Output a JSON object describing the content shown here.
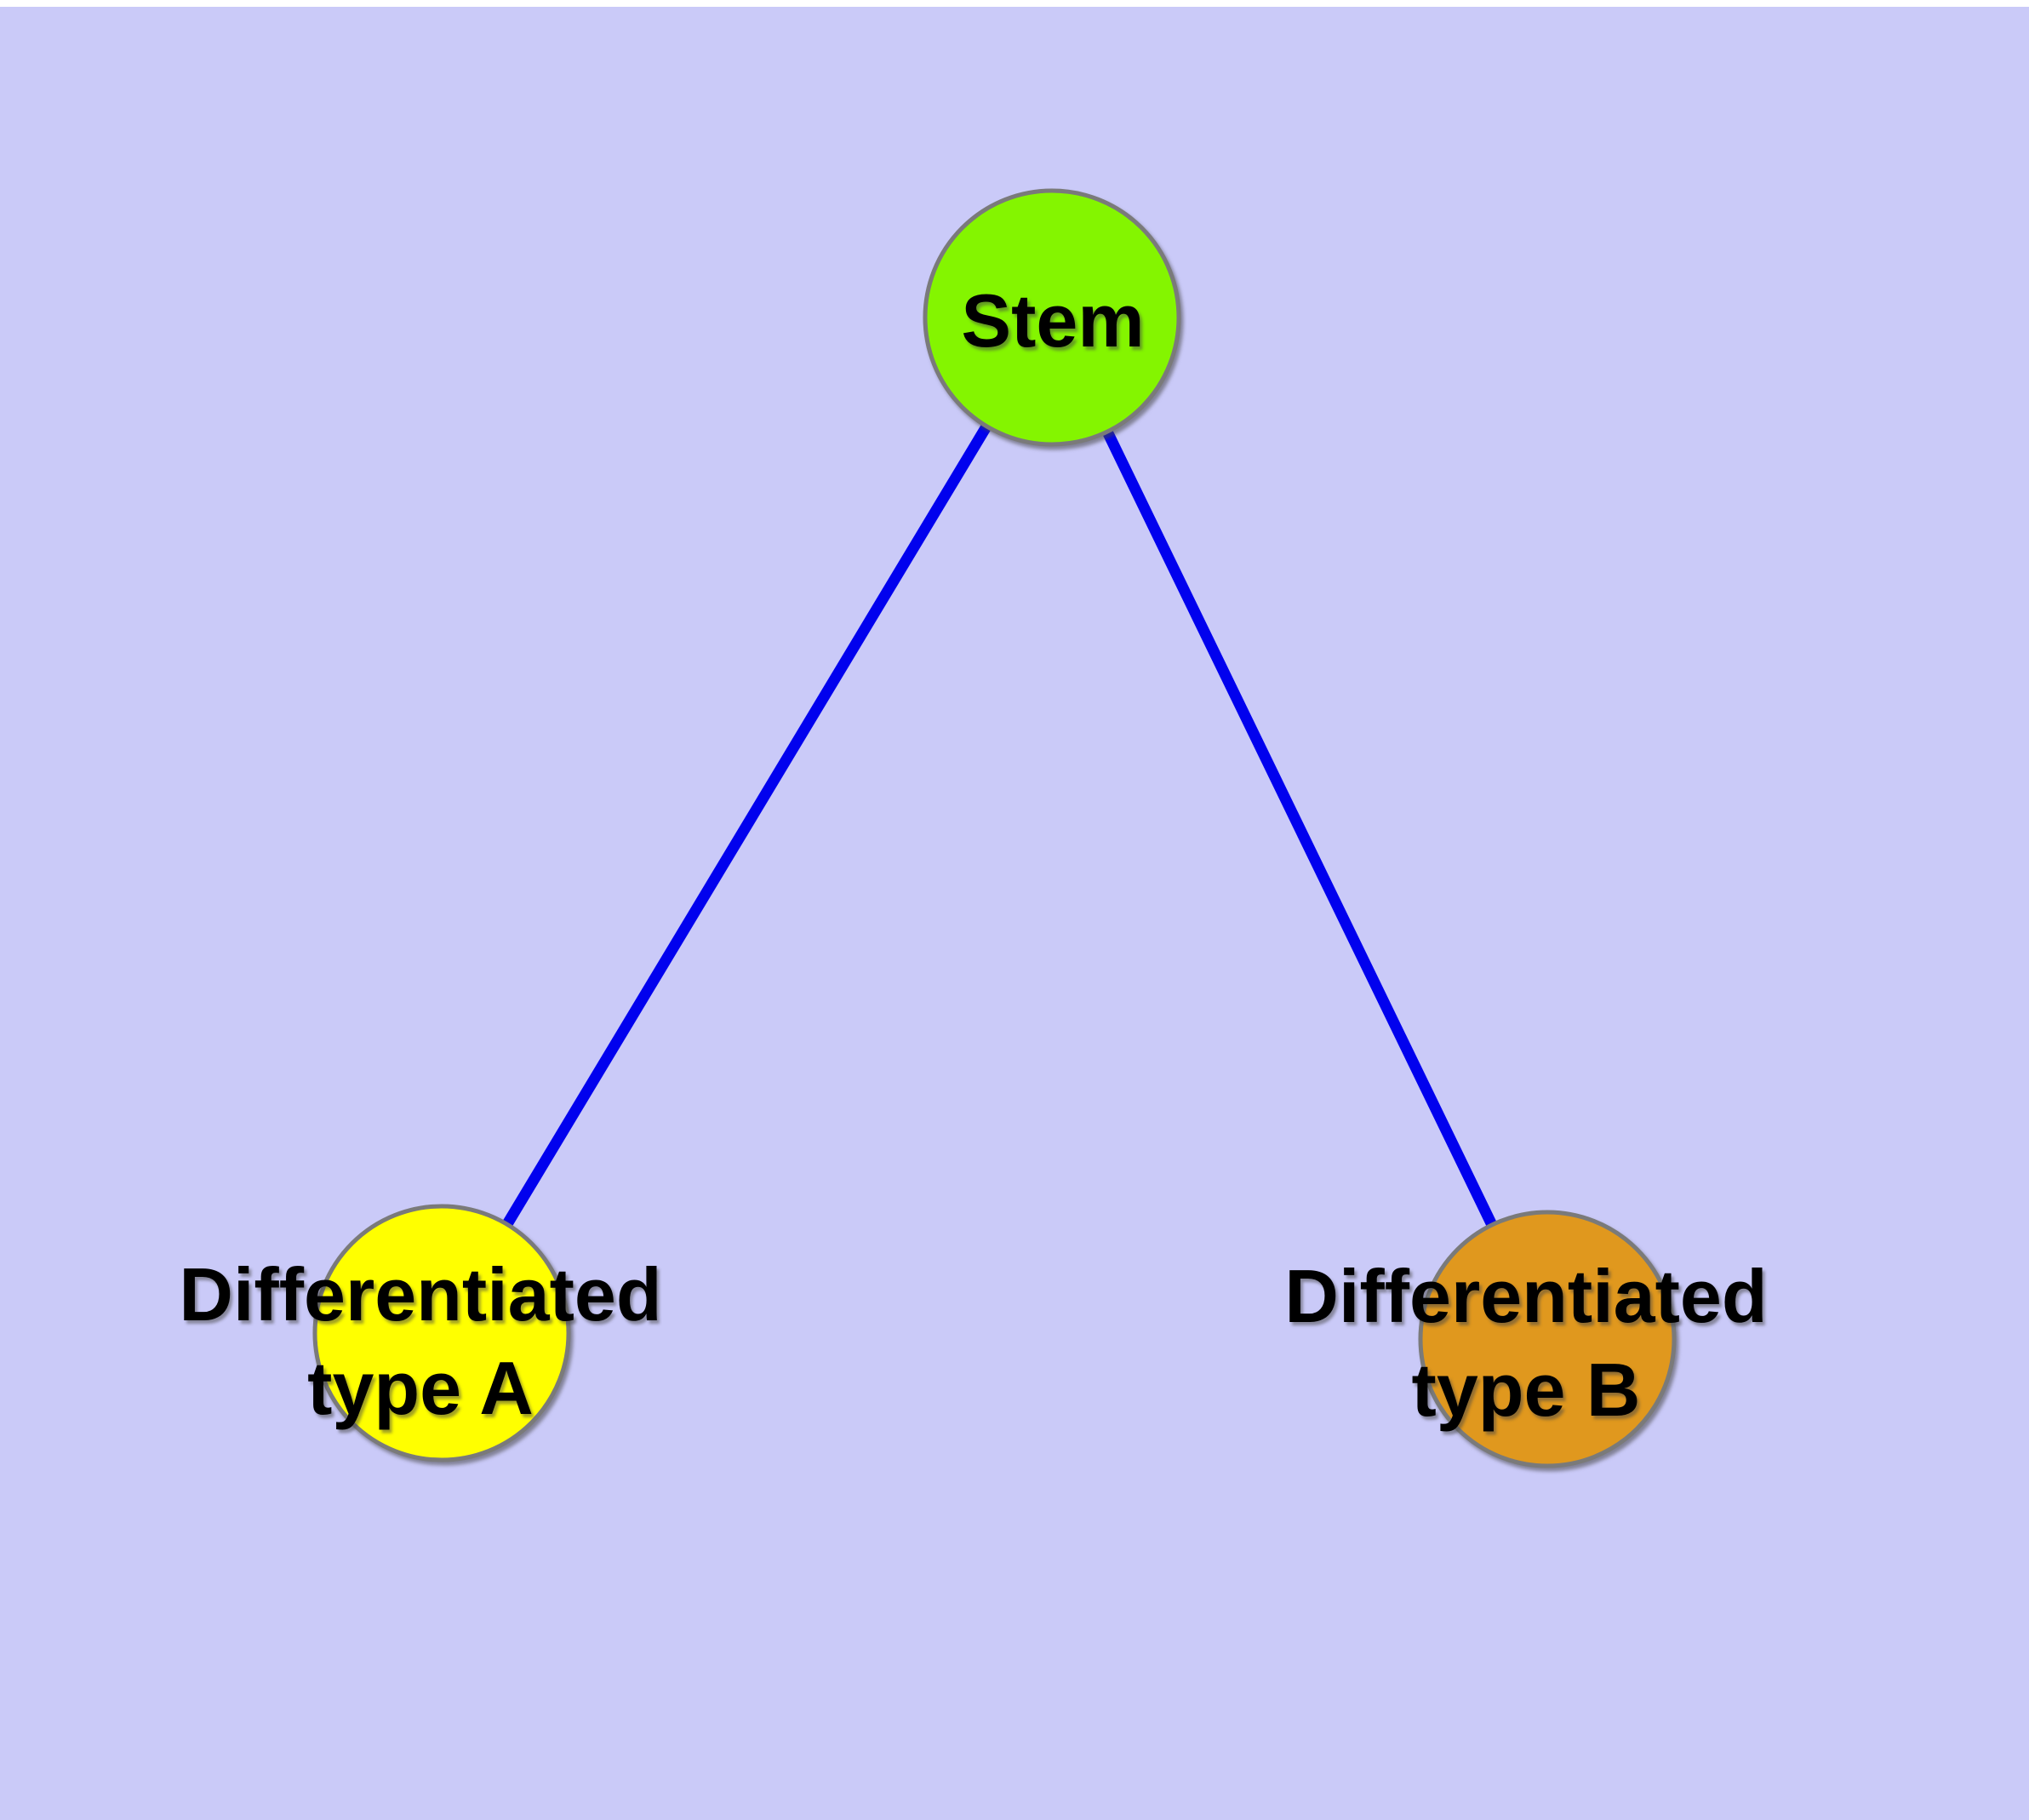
{
  "page": {
    "background_color": "#ffffff"
  },
  "diagram": {
    "type": "node-link-graph",
    "canvas_color": "#cacaf8",
    "edge_color": "#0101ee",
    "node_border_color": "#7a7a7a",
    "label_color": "#000000",
    "nodes": [
      {
        "id": "stem",
        "label": "Stem",
        "fill": "#84f500"
      },
      {
        "id": "differentiated-type-a",
        "label": "Differentiated\ntype A",
        "fill": "#ffff00"
      },
      {
        "id": "differentiated-type-b",
        "label": "Differentiated\ntype B",
        "fill": "#e0981e"
      }
    ],
    "edges": [
      {
        "from": "stem",
        "to": "differentiated-type-a"
      },
      {
        "from": "stem",
        "to": "differentiated-type-b"
      }
    ]
  }
}
